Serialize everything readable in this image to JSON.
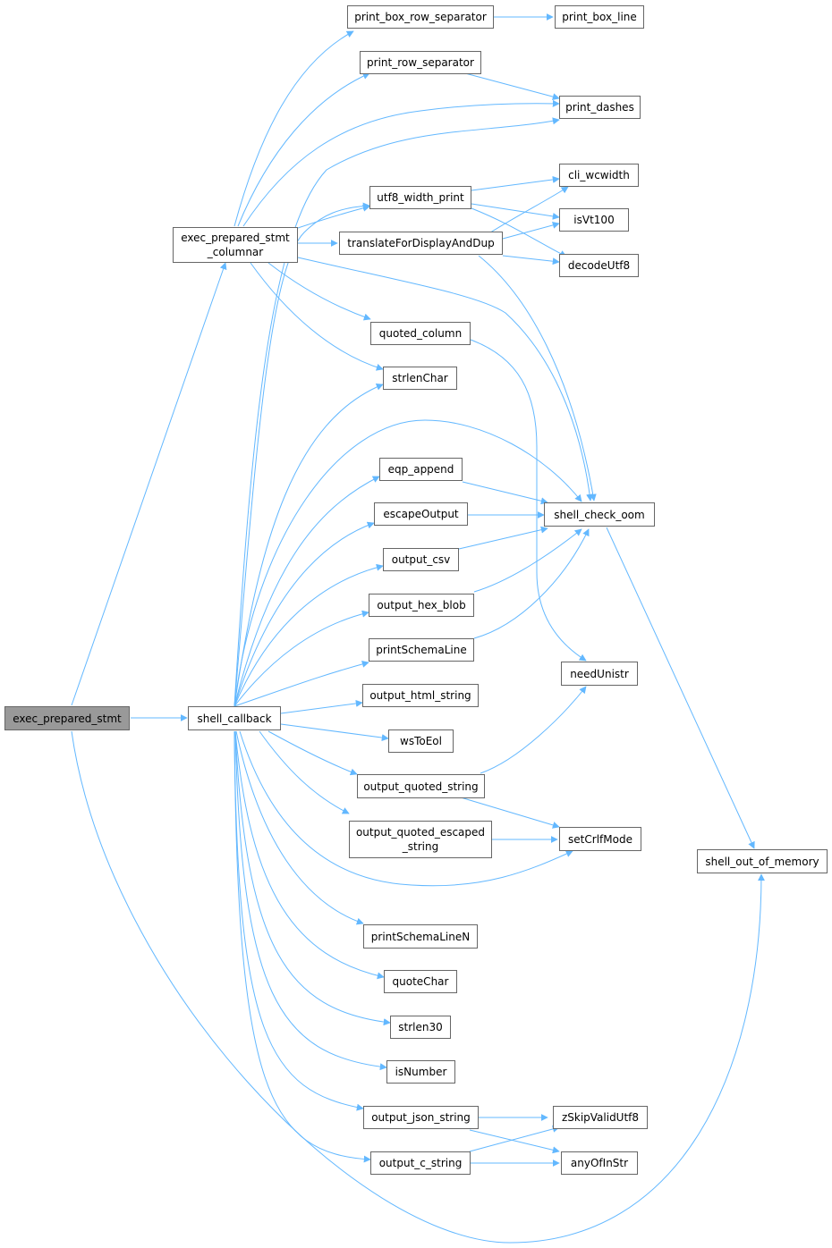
{
  "graph": {
    "root_color": "#999999",
    "edge_color": "#63b8ff",
    "nodes": {
      "root": "exec_prepared_stmt",
      "columnar": "exec_prepared_stmt\n_columnar",
      "shell_callback": "shell_callback",
      "print_box_row_separator": "print_box_row_separator",
      "print_box_line": "print_box_line",
      "print_row_separator": "print_row_separator",
      "print_dashes": "print_dashes",
      "utf8_width_print": "utf8_width_print",
      "cli_wcwidth": "cli_wcwidth",
      "translate": "translateForDisplayAndDup",
      "isVt100": "isVt100",
      "decodeUtf8": "decodeUtf8",
      "quoted_column": "quoted_column",
      "strlenChar": "strlenChar",
      "eqp_append": "eqp_append",
      "escapeOutput": "escapeOutput",
      "shell_check_oom": "shell_check_oom",
      "output_csv": "output_csv",
      "output_hex_blob": "output_hex_blob",
      "printSchemaLine": "printSchemaLine",
      "needUnistr": "needUnistr",
      "output_html_string": "output_html_string",
      "wsToEol": "wsToEol",
      "output_quoted_string": "output_quoted_string",
      "output_quoted_escaped_string": "output_quoted_escaped\n_string",
      "setCrlfMode": "setCrlfMode",
      "shell_out_of_memory": "shell_out_of_memory",
      "printSchemaLineN": "printSchemaLineN",
      "quoteChar": "quoteChar",
      "strlen30": "strlen30",
      "isNumber": "isNumber",
      "output_json_string": "output_json_string",
      "zSkipValidUtf8": "zSkipValidUtf8",
      "output_c_string": "output_c_string",
      "anyOfInStr": "anyOfInStr"
    }
  }
}
